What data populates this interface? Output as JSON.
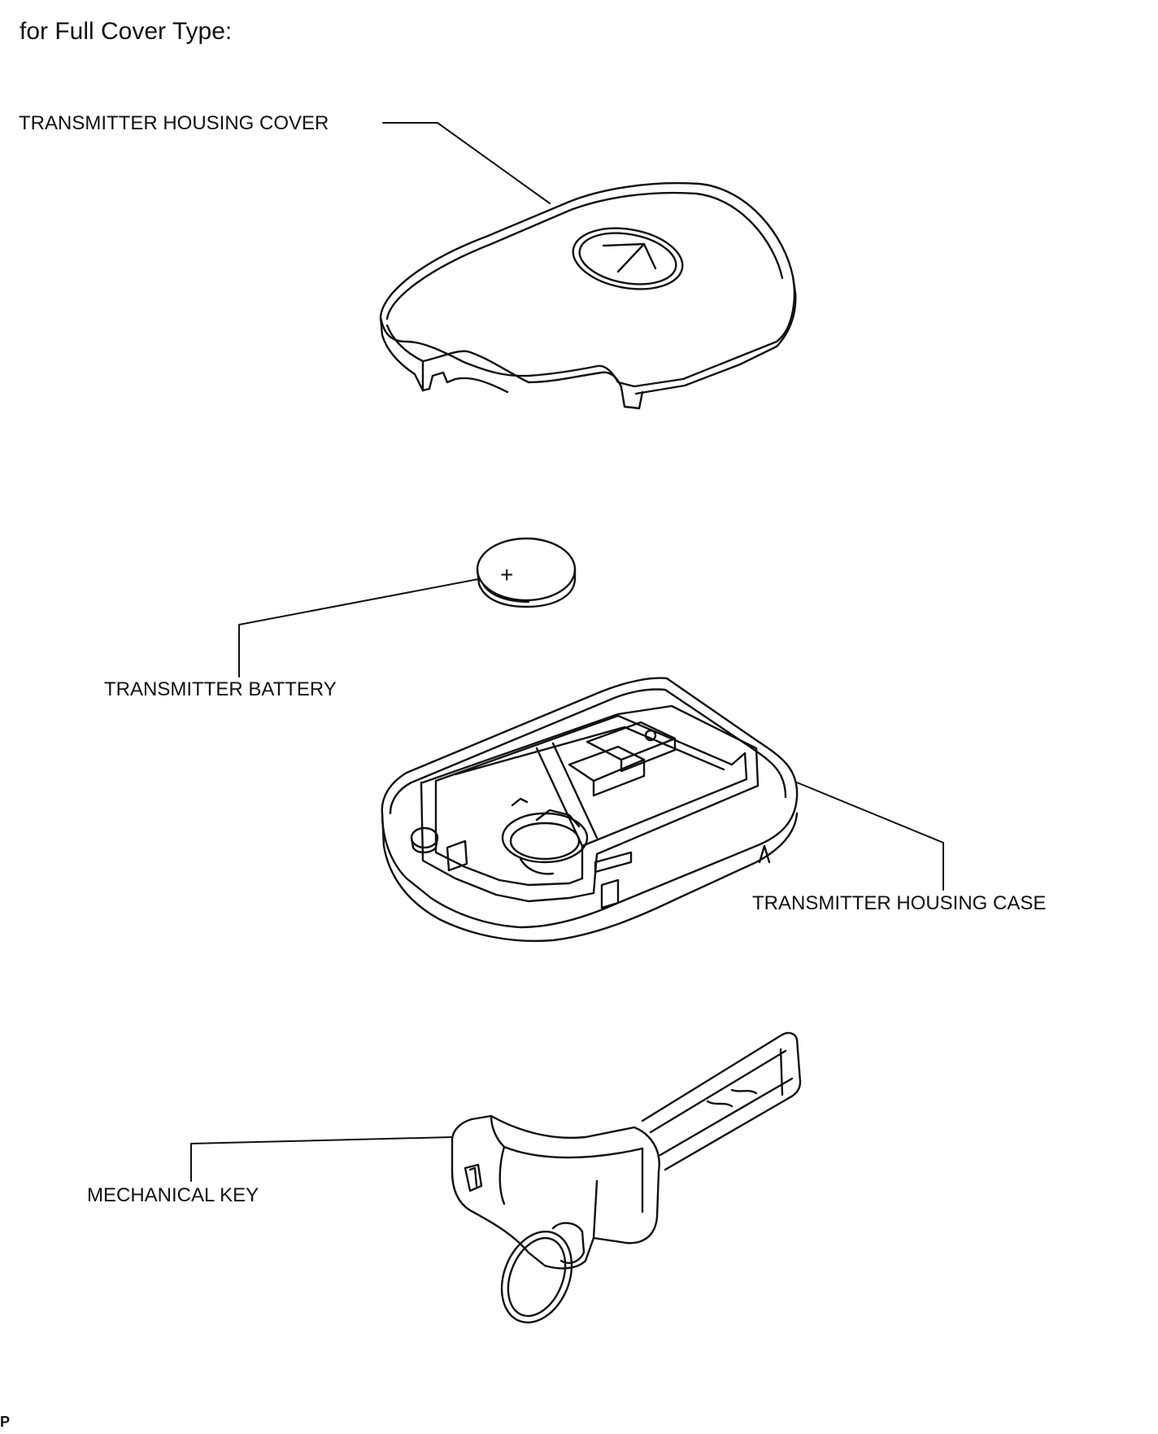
{
  "heading": "for Full Cover Type:",
  "labels": {
    "cover": "TRANSMITTER HOUSING COVER",
    "battery": "TRANSMITTER BATTERY",
    "case": "TRANSMITTER HOUSING CASE",
    "key": "MECHANICAL KEY"
  },
  "battery_symbol": "+",
  "footer_mark": "P"
}
